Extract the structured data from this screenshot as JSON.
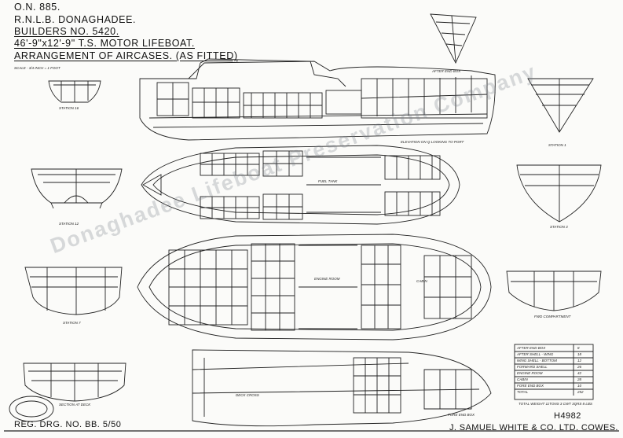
{
  "title_block": {
    "line1": "O.N. 885.",
    "line2": "R.N.L.B. DONAGHADEE.",
    "line3": "BUILDERS NO. 5420.",
    "line4": "46'-9\"x12'-9\" T.S. MOTOR LIFEBOAT.",
    "line5": "ARRANGEMENT OF AIRCASES. (AS FITTED)",
    "scale": "SCALE - 3/4 INCH = 1 FOOT"
  },
  "views": {
    "elevation": "ELEVATION ON Q LOOKING TO PORT",
    "station_16": "STATION 16",
    "station_12": "STATION 12",
    "station_7": "STATION 7",
    "station_1": "STATION 1",
    "station_3": "STATION 3",
    "section_deck": "SECTION AT DECK",
    "fwd_compartment": "FWD COMPARTMENT",
    "fuel_tank": "FUEL TANK",
    "engine_room": "ENGINE ROOM",
    "cabin": "CABIN",
    "deck_cross": "DECK CROSS",
    "after_end_box": "AFTER END BOX",
    "fore_end_box": "FORE END BOX"
  },
  "table": {
    "rows": [
      [
        "AFTER END BOX",
        "8"
      ],
      [
        "AFTER SHELL - WING",
        "18"
      ],
      [
        "WING SHELL - BOTTOM",
        "12"
      ],
      [
        "FORWARD SHELL",
        "26"
      ],
      [
        "ENGINE ROOM",
        "42"
      ],
      [
        "CABIN",
        "28"
      ],
      [
        "FORE END BOX",
        "10"
      ],
      [
        "TOTAL",
        "252"
      ]
    ],
    "note": "TOTAL WEIGHT 11TONS 3 CWT 3QRS 8 LBS"
  },
  "footer": {
    "reg_drg": "REG. DRG. NO. BB. 5/50",
    "drawing_no": "H4982",
    "maker": "J. SAMUEL WHITE & CO. LTD. COWES."
  },
  "watermark": "Donaghadee Lifeboat Preservation Company"
}
